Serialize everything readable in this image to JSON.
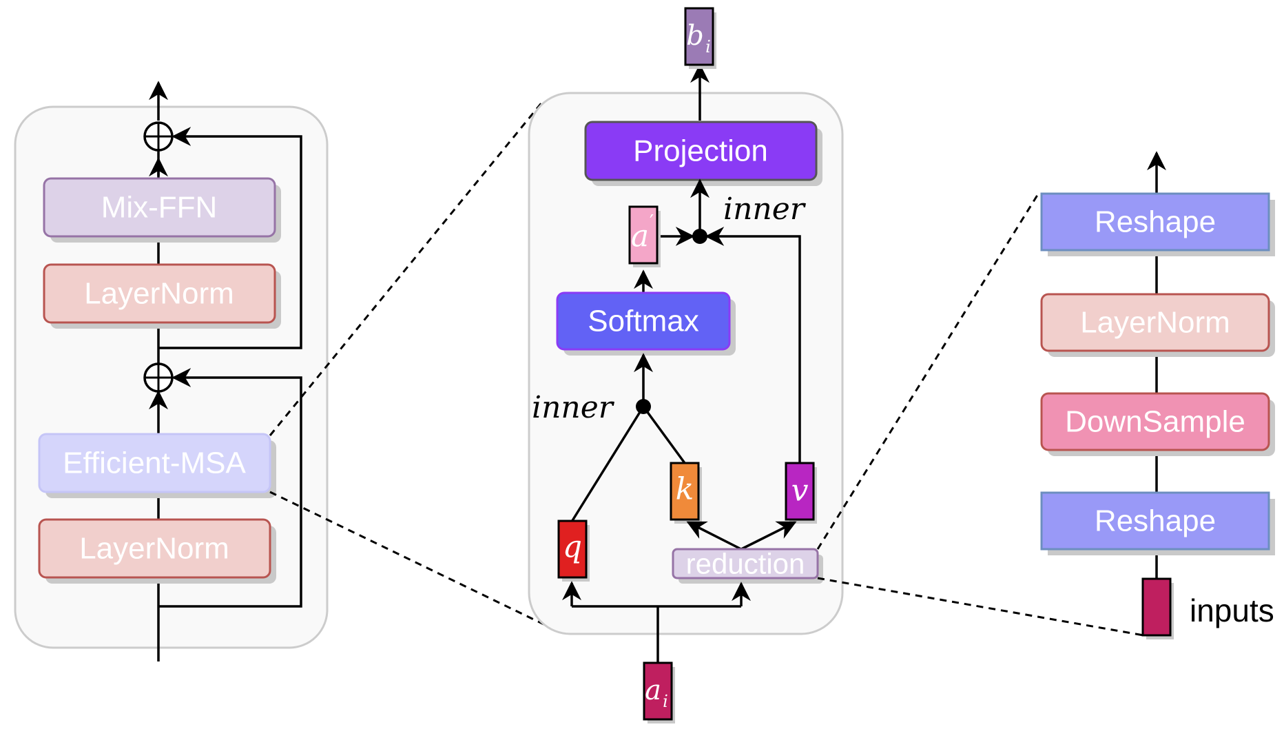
{
  "left_block": {
    "mix_ffn": "Mix-FFN",
    "layernorm_top": "LayerNorm",
    "efficient_msa": "Efficient-MSA",
    "layernorm_bottom": "LayerNorm"
  },
  "attention_block": {
    "projection": "Projection",
    "softmax": "Softmax",
    "reduction": "reduction",
    "inner_top": "inner",
    "inner_mid": "inner",
    "output_base": "b",
    "output_sub": "i",
    "attn_base": "a",
    "attn_prime": "′",
    "input_base": "a",
    "input_sub": "i",
    "query": "q",
    "key": "k",
    "value": "v"
  },
  "reduction_block": {
    "reshape_top": "Reshape",
    "layernorm": "LayerNorm",
    "downsample": "DownSample",
    "reshape_bottom": "Reshape",
    "inputs_label": "inputs"
  },
  "colors": {
    "mix_ffn": "#ddd2e8",
    "layernorm": "#f1cfcc",
    "efficient_msa": "#d5d5fb",
    "projection": "#8a3bf5",
    "softmax": "#6262f5",
    "reshape": "#9999f7",
    "downsample": "#f092b3",
    "q": "#e02020",
    "k": "#f08a3a",
    "v": "#b826c2",
    "a_prime": "#f4a6c8",
    "input": "#bf1f5f",
    "output": "#9b7bb5"
  }
}
